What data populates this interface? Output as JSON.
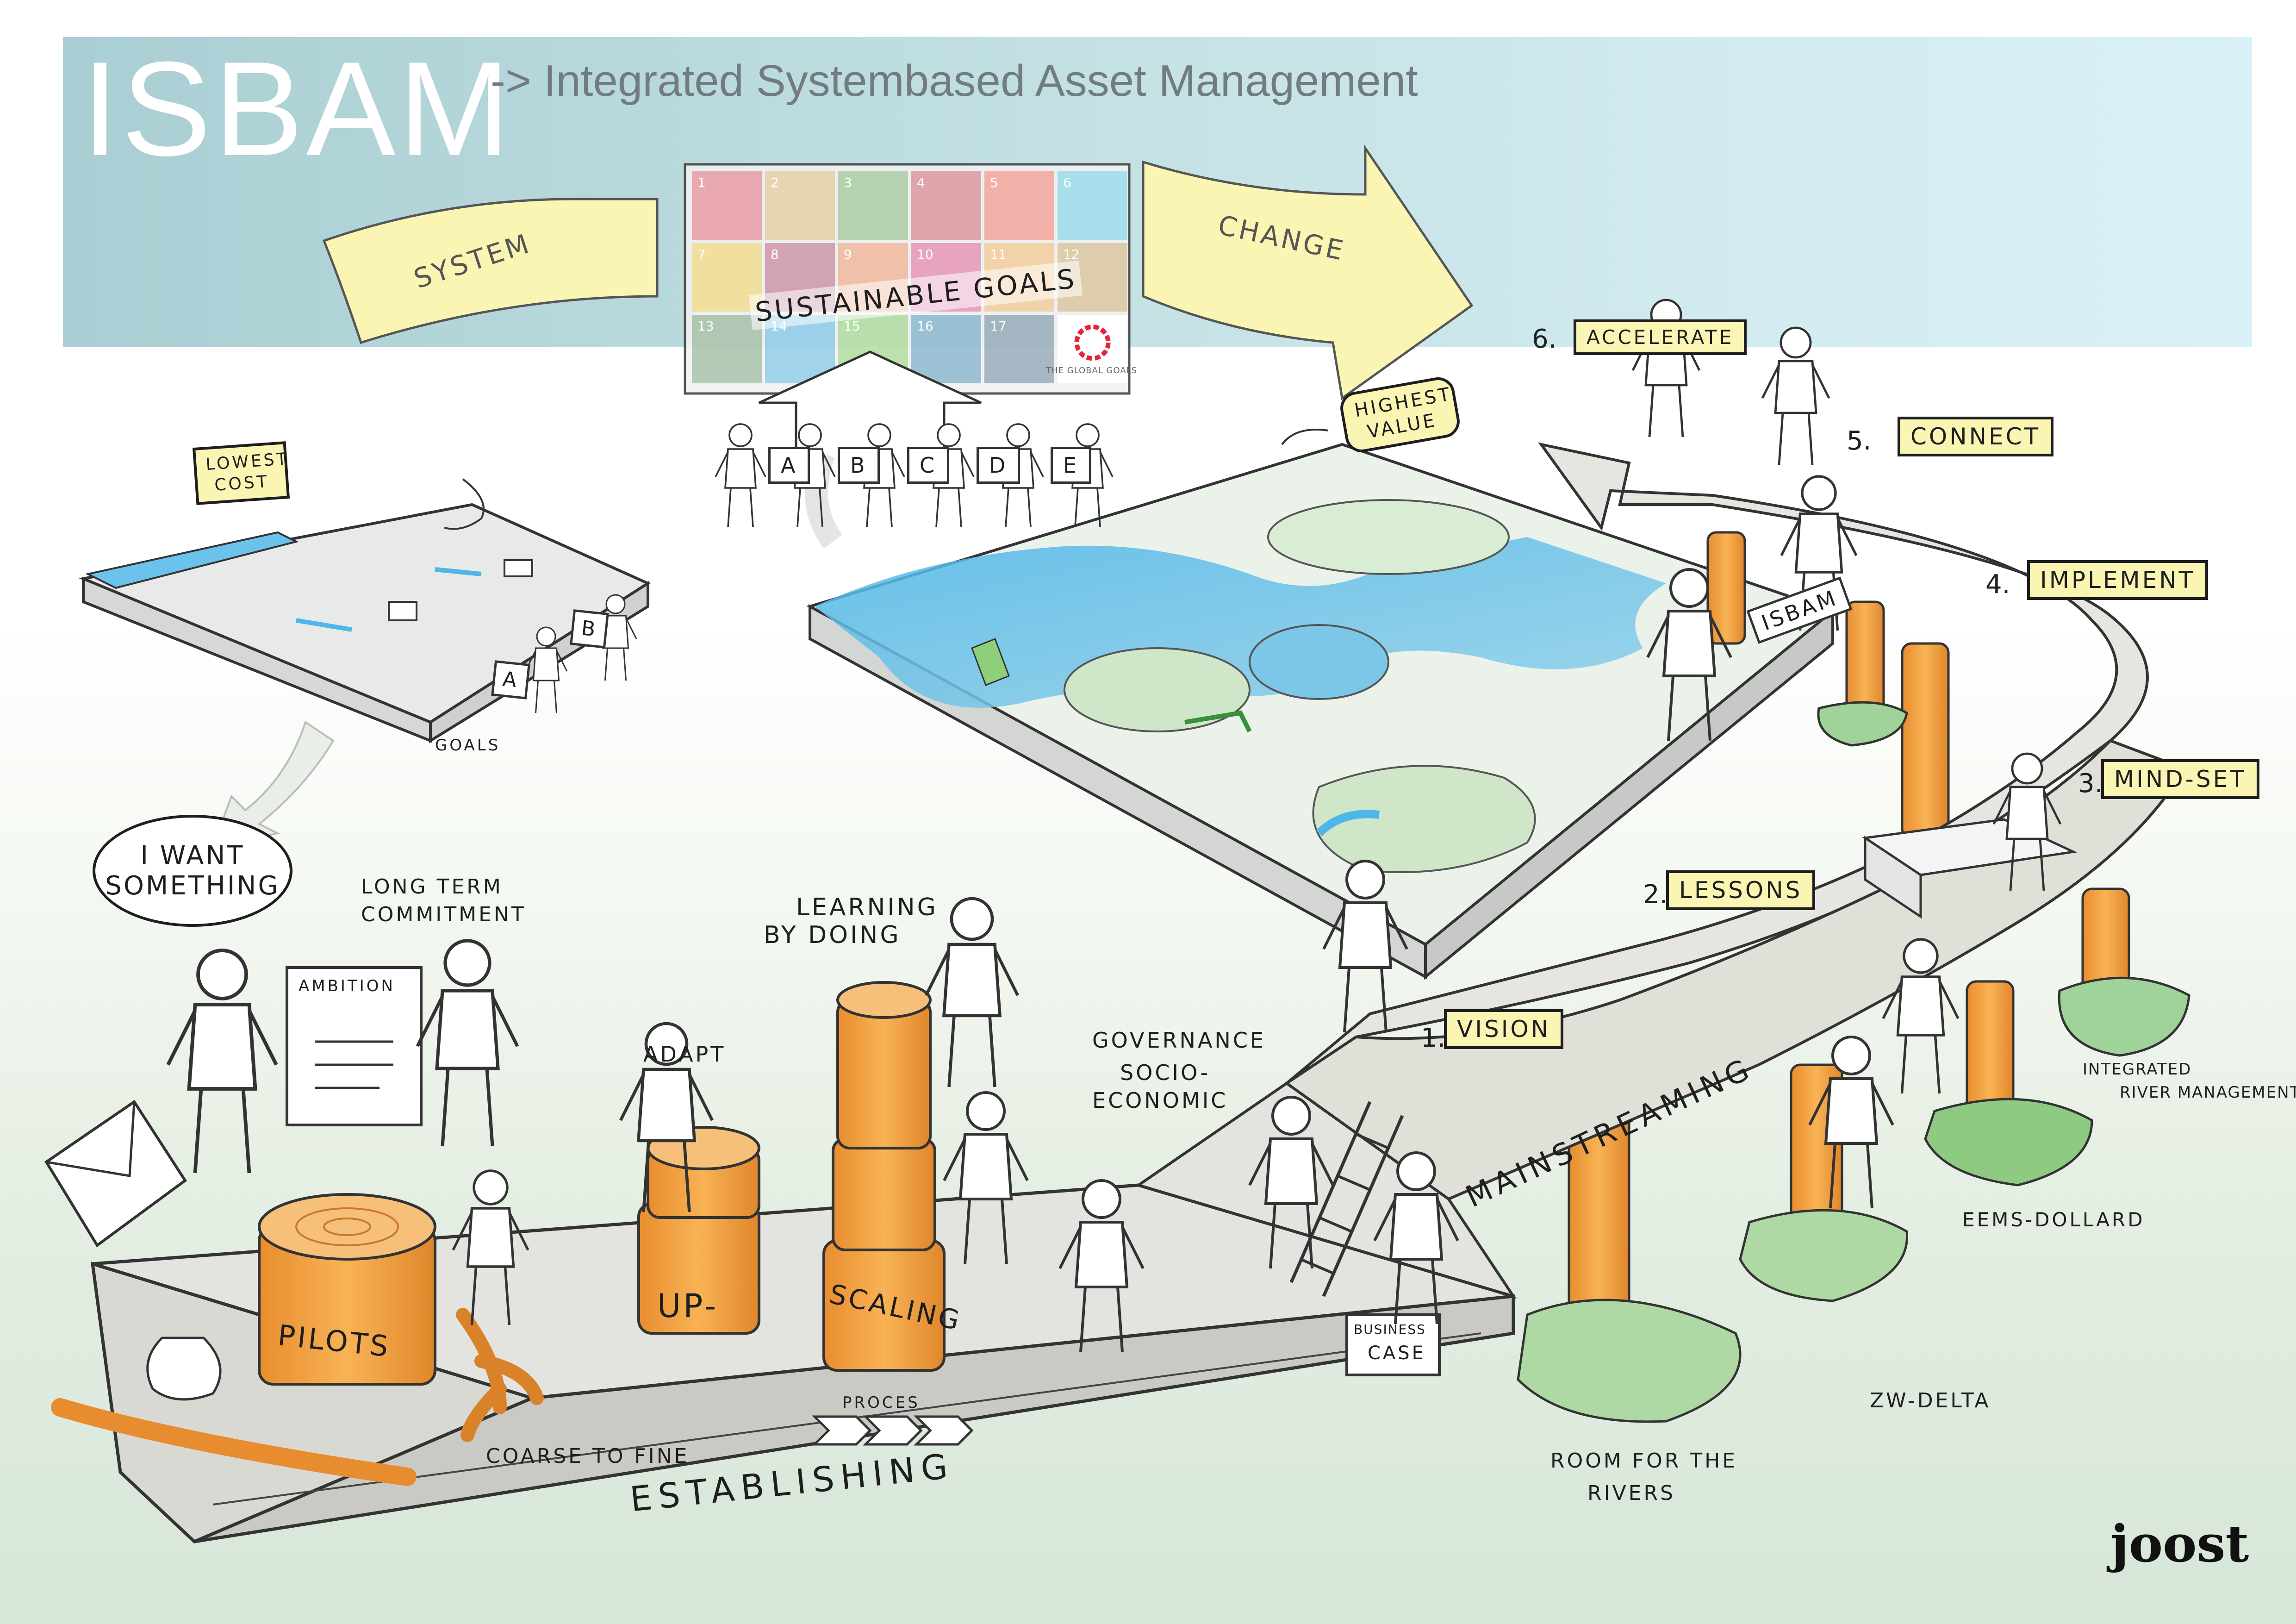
{
  "header": {
    "title": "ISBAM",
    "subtitle": "-> Integrated Systembased Asset Management"
  },
  "arrows": {
    "left_label": "SYSTEM",
    "right_label": "CHANGE"
  },
  "sdg_poster": {
    "label": "SUSTAINABLE GOALS",
    "footer": "THE GLOBAL GOALS",
    "tiles": [
      {
        "n": "1",
        "color": "#e5243b"
      },
      {
        "n": "2",
        "color": "#dda63a"
      },
      {
        "n": "3",
        "color": "#4c9f38"
      },
      {
        "n": "4",
        "color": "#c5192d"
      },
      {
        "n": "5",
        "color": "#ff3a21"
      },
      {
        "n": "6",
        "color": "#26bde2"
      },
      {
        "n": "7",
        "color": "#fcc30b"
      },
      {
        "n": "8",
        "color": "#a21942"
      },
      {
        "n": "9",
        "color": "#fd6925"
      },
      {
        "n": "10",
        "color": "#dd1367"
      },
      {
        "n": "11",
        "color": "#fd9d24"
      },
      {
        "n": "12",
        "color": "#bf8b2e"
      },
      {
        "n": "13",
        "color": "#3f7e44"
      },
      {
        "n": "14",
        "color": "#0a97d9"
      },
      {
        "n": "15",
        "color": "#56c02b"
      },
      {
        "n": "16",
        "color": "#00689d"
      },
      {
        "n": "17",
        "color": "#19486a"
      },
      {
        "n": "",
        "color": "#ffffff"
      }
    ]
  },
  "cards": [
    "A",
    "B",
    "C",
    "D",
    "E"
  ],
  "left_model": {
    "price_tag": "LOWEST COST",
    "card_a": "A",
    "card_b": "B",
    "caption": "GOALS"
  },
  "landscape": {
    "price_tag": "HIGHEST VALUE",
    "sign": "ISBAM"
  },
  "steps": [
    {
      "num": "1.",
      "label": "VISION"
    },
    {
      "num": "2.",
      "label": "LESSONS"
    },
    {
      "num": "3.",
      "label": "MIND-SET"
    },
    {
      "num": "4.",
      "label": "IMPLEMENT"
    },
    {
      "num": "5.",
      "label": "CONNECT"
    },
    {
      "num": "6.",
      "label": "ACCELERATE"
    }
  ],
  "speech": {
    "line1": "I WANT",
    "line2": "SOMETHING"
  },
  "annotations": {
    "long_term_1": "LONG TERM",
    "long_term_2": "COMMITMENT",
    "learning_1": "LEARNING",
    "learning_2": "BY DOING",
    "adapt": "ADAPT",
    "governance_1": "GOVERNANCE",
    "governance_2": "SOCIO-",
    "governance_3": "ECONOMIC",
    "ambition": "AMBITION",
    "business_case_1": "BUSINESS",
    "business_case_2": "CASE",
    "process": "PROCES",
    "coarse": "COARSE TO FINE",
    "establishing": "ESTABLISHING",
    "mainstreaming": "MAINSTREAMING"
  },
  "logs": {
    "pilots": "PILOTS",
    "up": "UP-",
    "scaling": "SCALING"
  },
  "regions": {
    "room_1": "ROOM FOR THE",
    "room_2": "RIVERS",
    "zw_delta": "ZW-DELTA",
    "eems": "EEMS-DOLLARD",
    "integrated_1": "INTEGRATED",
    "integrated_2": "RIVER MANAGEMENT"
  },
  "signature": "joost",
  "colors": {
    "log": "#f5a944",
    "log_dark": "#d9822a",
    "platform": "#e6e6e2",
    "tag": "#fbf5b4",
    "arrow": "#fbf5b4",
    "water": "#5ab8e6",
    "island": "#9fd39a"
  }
}
